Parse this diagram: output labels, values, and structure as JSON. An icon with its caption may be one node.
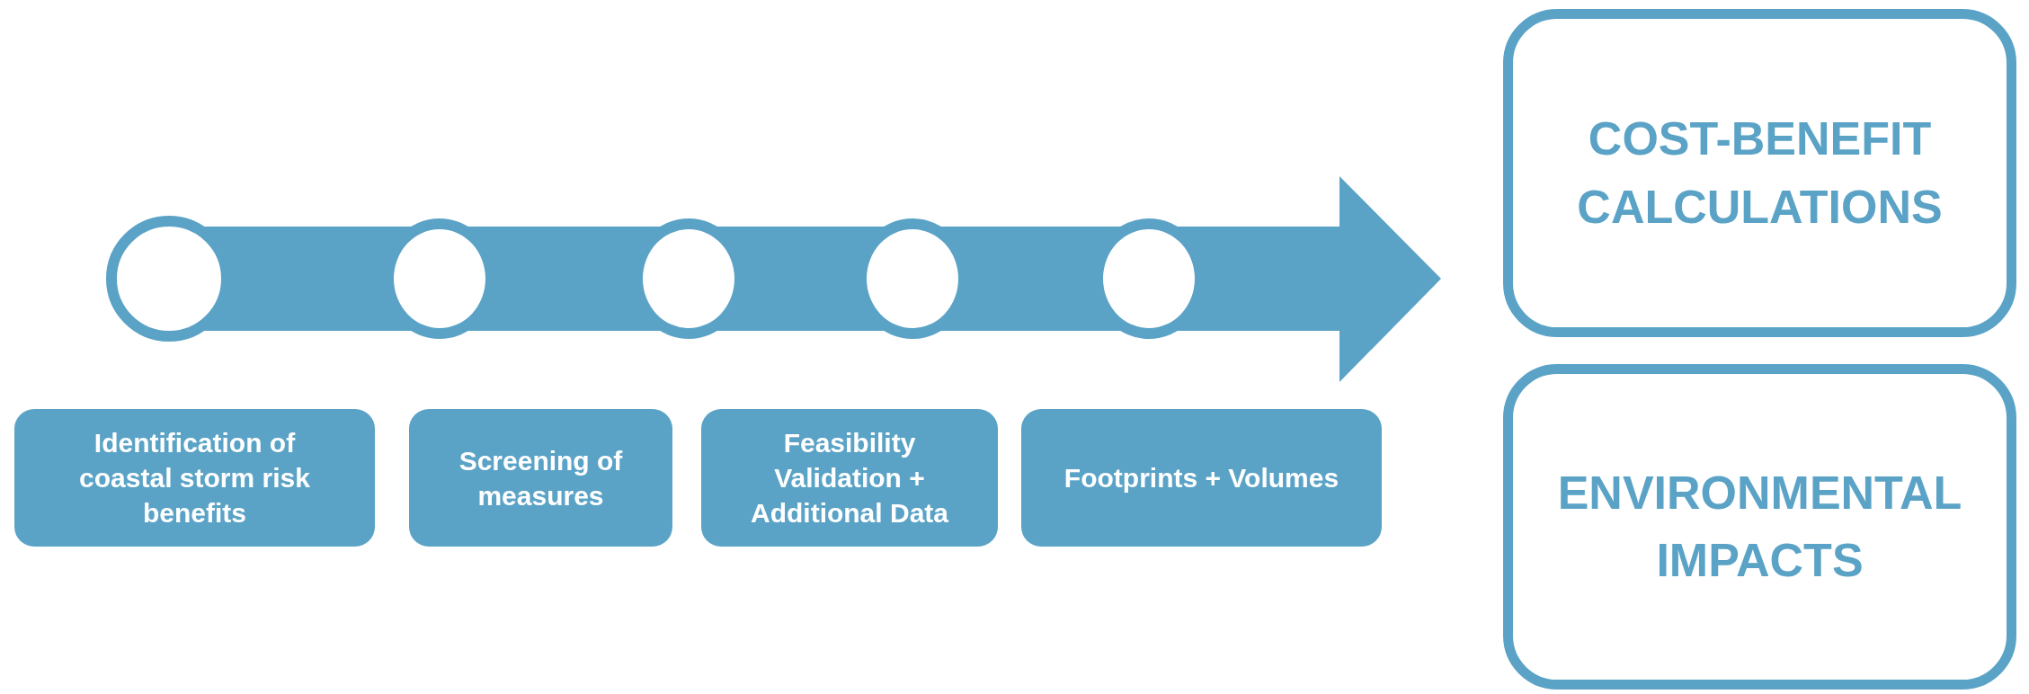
{
  "diagram": {
    "nodes": [
      {
        "text": [],
        "shape": "circle"
      },
      {
        "text": [],
        "shape": "circle"
      },
      {
        "text": [],
        "shape": "circle"
      },
      {
        "text": [],
        "shape": "circle"
      },
      {
        "text": [],
        "shape": "circle"
      },
      {
        "text": [
          "Identification of coastal storm risk benefits"
        ]
      },
      {
        "text": [
          "Screening of measures"
        ]
      },
      {
        "text": [
          "Feasibility Validation + Additional Data"
        ]
      },
      {
        "text": [
          "Footprints + Volumes"
        ]
      },
      {
        "text": [
          "COST-BENEFIT CALCULATIONS"
        ]
      },
      {
        "text": [
          "ENVIRONMENTAL IMPACTS"
        ]
      }
    ]
  }
}
